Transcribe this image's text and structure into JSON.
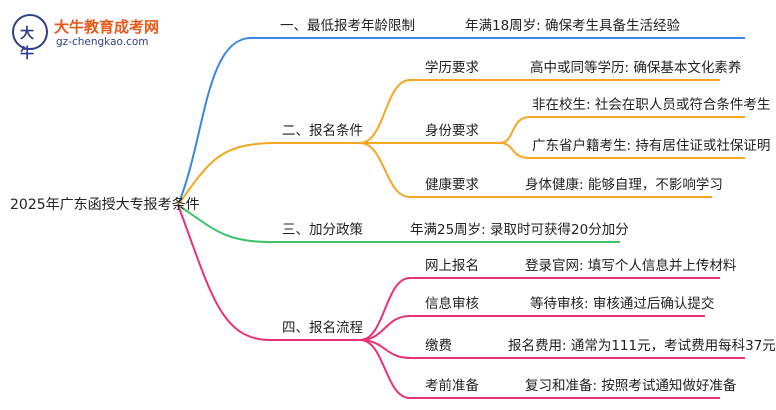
{
  "logo": {
    "badge_text": "大牛",
    "name": "大牛教育成考网",
    "url": "gz-chengkao.com"
  },
  "root": "2025年广东函授大专报考条件",
  "branches": [
    {
      "label": "一、最低报考年龄限制",
      "detail": "年满18周岁: 确保考生具备生活经验"
    },
    {
      "label": "二、报名条件",
      "items": [
        {
          "label": "学历要求",
          "details": [
            "高中或同等学历: 确保基本文化素养"
          ]
        },
        {
          "label": "身份要求",
          "details": [
            "非在校生: 社会在职人员或符合条件考生",
            "广东省户籍考生: 持有居住证或社保证明"
          ]
        },
        {
          "label": "健康要求",
          "details": [
            "身体健康: 能够自理，不影响学习"
          ]
        }
      ]
    },
    {
      "label": "三、加分政策",
      "detail": "年满25周岁: 录取时可获得20分加分"
    },
    {
      "label": "四、报名流程",
      "items": [
        {
          "label": "网上报名",
          "details": [
            "登录官网: 填写个人信息并上传材料"
          ]
        },
        {
          "label": "信息审核",
          "details": [
            "等待审核: 审核通过后确认提交"
          ]
        },
        {
          "label": "缴费",
          "details": [
            "报名费用: 通常为111元，考试费用每科37元"
          ]
        },
        {
          "label": "考前准备",
          "details": [
            "复习和准备: 按照考试通知做好准备"
          ]
        }
      ]
    }
  ],
  "colors": {
    "branch1": "#3a86e0",
    "branch2": "#f5a623",
    "branch3": "#3cc36b",
    "branch4": "#e8317a"
  }
}
